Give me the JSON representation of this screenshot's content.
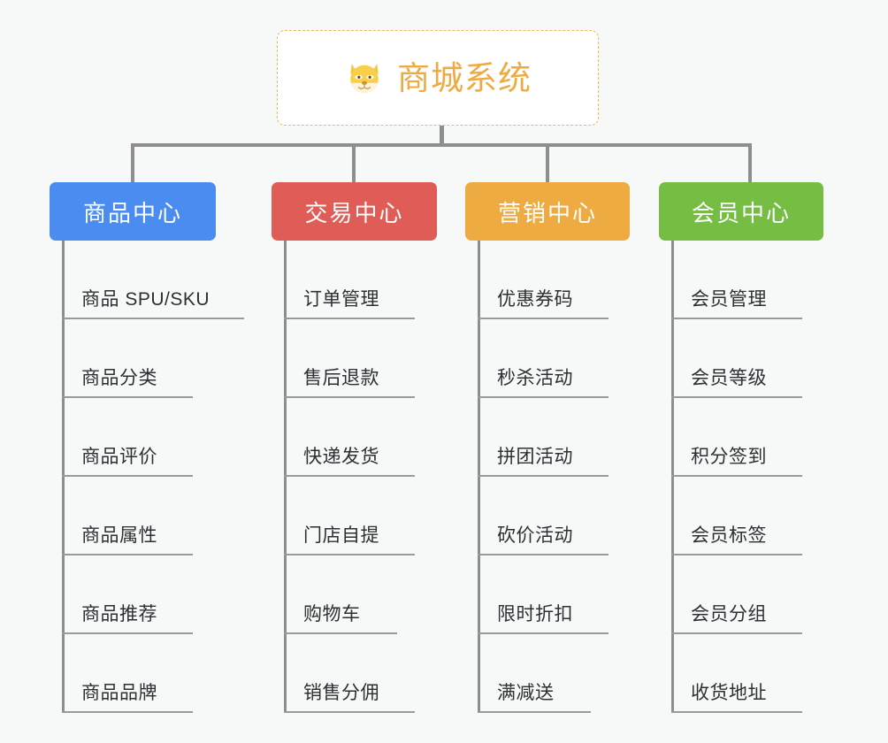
{
  "page": {
    "background_color": "#f7f8f8",
    "connector_color": "#8e8e8e",
    "leaf_text_color": "#2d3033",
    "leaf_rule_color": "#9a9a9a"
  },
  "root": {
    "title": "商城系统",
    "icon": "shiba-dog-face-icon",
    "text_color": "#eeab42",
    "border_color": "#f0b855",
    "background_color": "#ffffff"
  },
  "columns": [
    {
      "id": "product-center",
      "title": "商品中心",
      "color": "#4a8cf0",
      "items": [
        "商品 SPU/SKU",
        "商品分类",
        "商品评价",
        "商品属性",
        "商品推荐",
        "商品品牌"
      ]
    },
    {
      "id": "trade-center",
      "title": "交易中心",
      "color": "#e05c57",
      "items": [
        "订单管理",
        "售后退款",
        "快递发货",
        "门店自提",
        "购物车",
        "销售分佣"
      ]
    },
    {
      "id": "marketing-center",
      "title": "营销中心",
      "color": "#eeab42",
      "items": [
        "优惠券码",
        "秒杀活动",
        "拼团活动",
        "砍价活动",
        "限时折扣",
        "满减送"
      ]
    },
    {
      "id": "member-center",
      "title": "会员中心",
      "color": "#76bd43",
      "items": [
        "会员管理",
        "会员等级",
        "积分签到",
        "会员标签",
        "会员分组",
        "收货地址"
      ]
    }
  ]
}
